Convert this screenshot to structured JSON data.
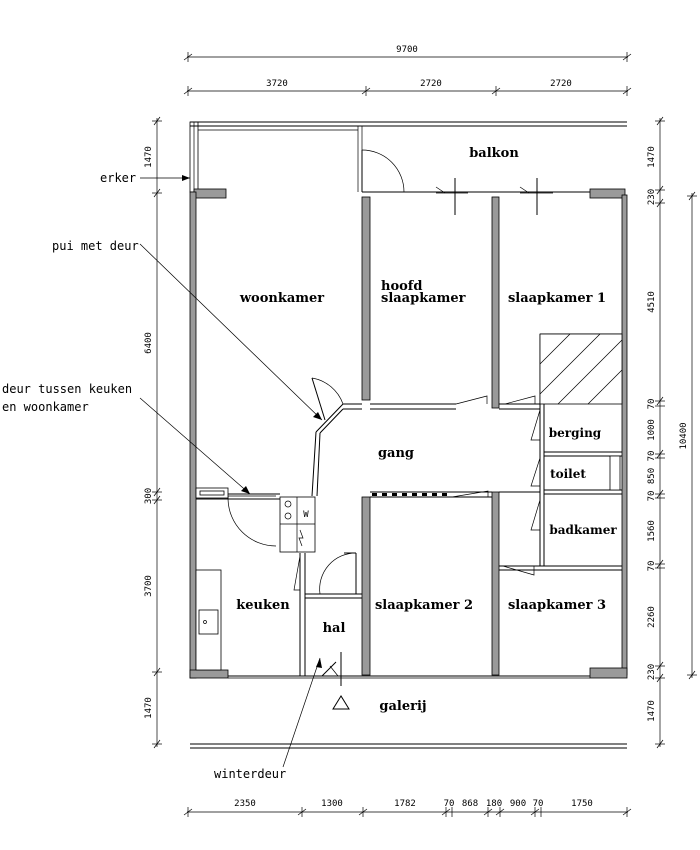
{
  "dimensions": {
    "total_width": "9700",
    "top": [
      "3720",
      "2720",
      "2720"
    ],
    "bottom": [
      "2350",
      "1300",
      "1782",
      "70",
      "868",
      "180",
      "900",
      "70",
      "1750"
    ],
    "left": [
      "1470",
      "6400",
      "300",
      "3700",
      "1470"
    ],
    "right": [
      "1470",
      "230",
      "4510",
      "70",
      "1000",
      "70",
      "850",
      "70",
      "1560",
      "70",
      "2260",
      "230",
      "1470"
    ],
    "total_height": "10400"
  },
  "annotations": {
    "erker": "erker",
    "pui_met_deur": "pui met deur",
    "deur_tussen_1": "deur tussen keuken",
    "deur_tussen_2": "en woonkamer",
    "winterdeur": "winterdeur"
  },
  "rooms": {
    "balkon": "balkon",
    "woonkamer": "woonkamer",
    "hoofd_1": "hoofd",
    "hoofd_2": "slaapkamer",
    "slaapkamer_1": "slaapkamer 1",
    "gang": "gang",
    "berging": "berging",
    "toilet": "toilet",
    "badkamer": "badkamer",
    "keuken": "keuken",
    "hal": "hal",
    "slaapkamer_2": "slaapkamer 2",
    "slaapkamer_3": "slaapkamer 3",
    "galerij": "galerij"
  },
  "fixtures": {
    "washer_label": "W"
  }
}
